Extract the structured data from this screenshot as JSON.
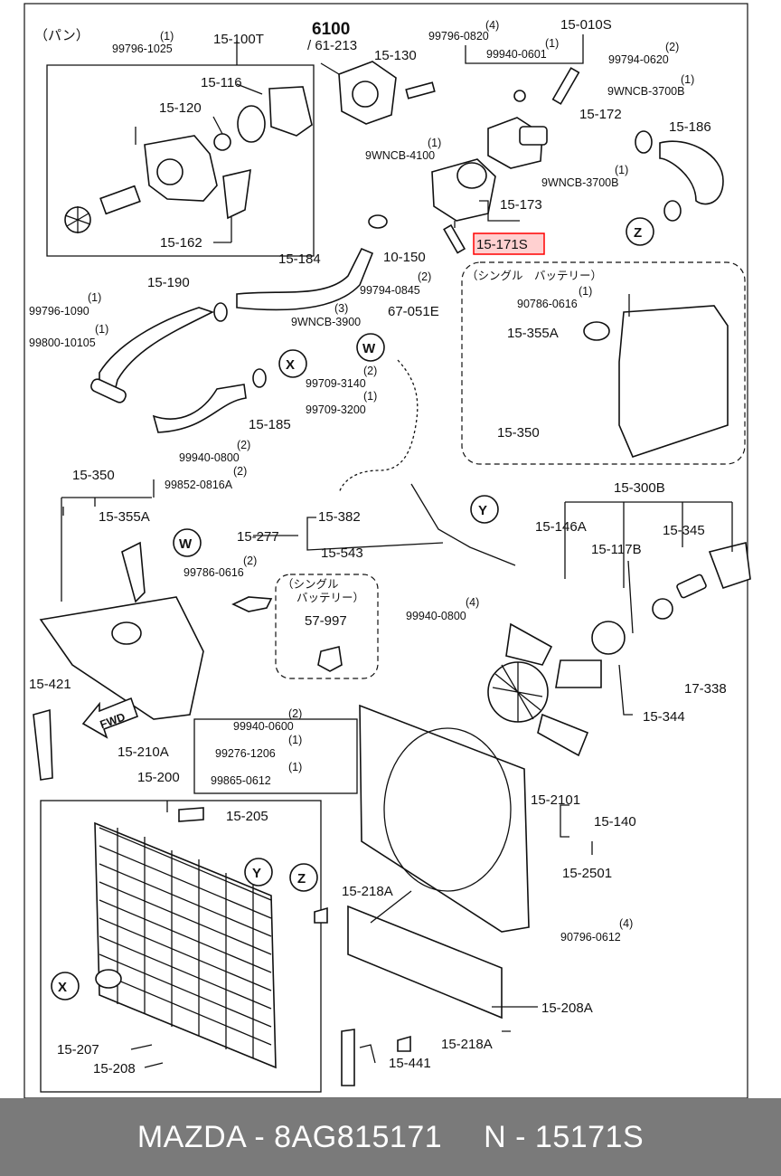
{
  "diagram": {
    "labels": {
      "pan": "（パン）",
      "l_15_100T": "15-100T",
      "l_6100": "6100",
      "l_61_213": "/ 61-213",
      "l_15_010S": "15-010S",
      "l_99796_1025_q": "(1)",
      "l_99796_1025": "99796-1025",
      "l_99796_0820_q": "(4)",
      "l_99796_0820": "99796-0820",
      "l_15_130": "15-130",
      "l_99940_0601_q": "(1)",
      "l_99940_0601": "99940-0601",
      "l_99794_0620_q": "(2)",
      "l_99794_0620": "99794-0620",
      "l_15_116": "15-116",
      "l_9WNCB_3700B_q1": "(1)",
      "l_9WNCB_3700B_1": "9WNCB-3700B",
      "l_15_120": "15-120",
      "l_15_172": "15-172",
      "l_15_186": "15-186",
      "l_9WNCB_4100_q": "(1)",
      "l_9WNCB_4100": "9WNCB-4100",
      "l_9WNCB_3700B_q2": "(1)",
      "l_9WNCB_3700B_2": "9WNCB-3700B",
      "l_15_173": "15-173",
      "l_Z_top": "Z",
      "l_15_162": "15-162",
      "l_10_150": "10-150",
      "l_15_171S": "15-171S",
      "l_15_184": "15-184",
      "l_99794_0845_q": "(2)",
      "l_99794_0845": "99794-0845",
      "l_single_battery_1": "（シングル　バッテリー）",
      "l_99796_1090_q": "(1)",
      "l_99796_1090": "99796-1090",
      "l_99800_10105_q": "(1)",
      "l_99800_10105": "99800-10105",
      "l_15_190": "15-190",
      "l_9WNCB_3900_q": "(3)",
      "l_9WNCB_3900": "9WNCB-3900",
      "l_67_051E": "67-051E",
      "l_90786_0616_q": "(1)",
      "l_90786_0616": "90786-0616",
      "l_15_355A_1": "15-355A",
      "l_W_top": "W",
      "l_X_top": "X",
      "l_99709_3140_q": "(2)",
      "l_99709_3140": "99709-3140",
      "l_99709_3200_q": "(1)",
      "l_99709_3200": "99709-3200",
      "l_15_185": "15-185",
      "l_15_350_1": "15-350",
      "l_99940_0800_q1": "(2)",
      "l_99940_0800_1": "99940-0800",
      "l_99852_0816A_q": "(2)",
      "l_99852_0816A": "99852-0816A",
      "l_15_350_2": "15-350",
      "l_15_300B": "15-300B",
      "l_15_355A_2": "15-355A",
      "l_Y_mid": "Y",
      "l_15_382": "15-382",
      "l_15_146A": "15-146A",
      "l_15_345": "15-345",
      "l_W_mid": "W",
      "l_15_277": "15-277",
      "l_15_117B": "15-117B",
      "l_15_543": "15-543",
      "l_99786_0616_q": "(2)",
      "l_99786_0616": "99786-0616",
      "l_single_battery_2a": "（シングル",
      "l_single_battery_2b": "バッテリー）",
      "l_57_997": "57-997",
      "l_99940_0800_q2": "(4)",
      "l_99940_0800_2": "99940-0800",
      "l_17_338": "17-338",
      "l_15_421": "15-421",
      "l_fwd": "FWD",
      "l_15_344": "15-344",
      "l_99940_0600_q": "(2)",
      "l_99940_0600": "99940-0600",
      "l_15_210A": "15-210A",
      "l_99276_1206_q": "(1)",
      "l_99276_1206": "99276-1206",
      "l_99865_0612_q": "(1)",
      "l_99865_0612": "99865-0612",
      "l_15_200": "15-200",
      "l_15_2101": "15-2101",
      "l_15_205": "15-205",
      "l_15_140": "15-140",
      "l_Y_low": "Y",
      "l_Z_low": "Z",
      "l_15_2501": "15-2501",
      "l_15_218A_1": "15-218A",
      "l_90796_0612_q": "(4)",
      "l_90796_0612": "90796-0612",
      "l_X_low": "X",
      "l_15_208A": "15-208A",
      "l_15_207": "15-207",
      "l_15_218A_2": "15-218A",
      "l_15_208": "15-208",
      "l_15_441": "15-441"
    },
    "highlight_color": "#ff0000",
    "highlight_fill": "#ffd0d0"
  },
  "footer": {
    "brand": "MAZDA - 8AG815171",
    "number": "N - 15171S"
  }
}
